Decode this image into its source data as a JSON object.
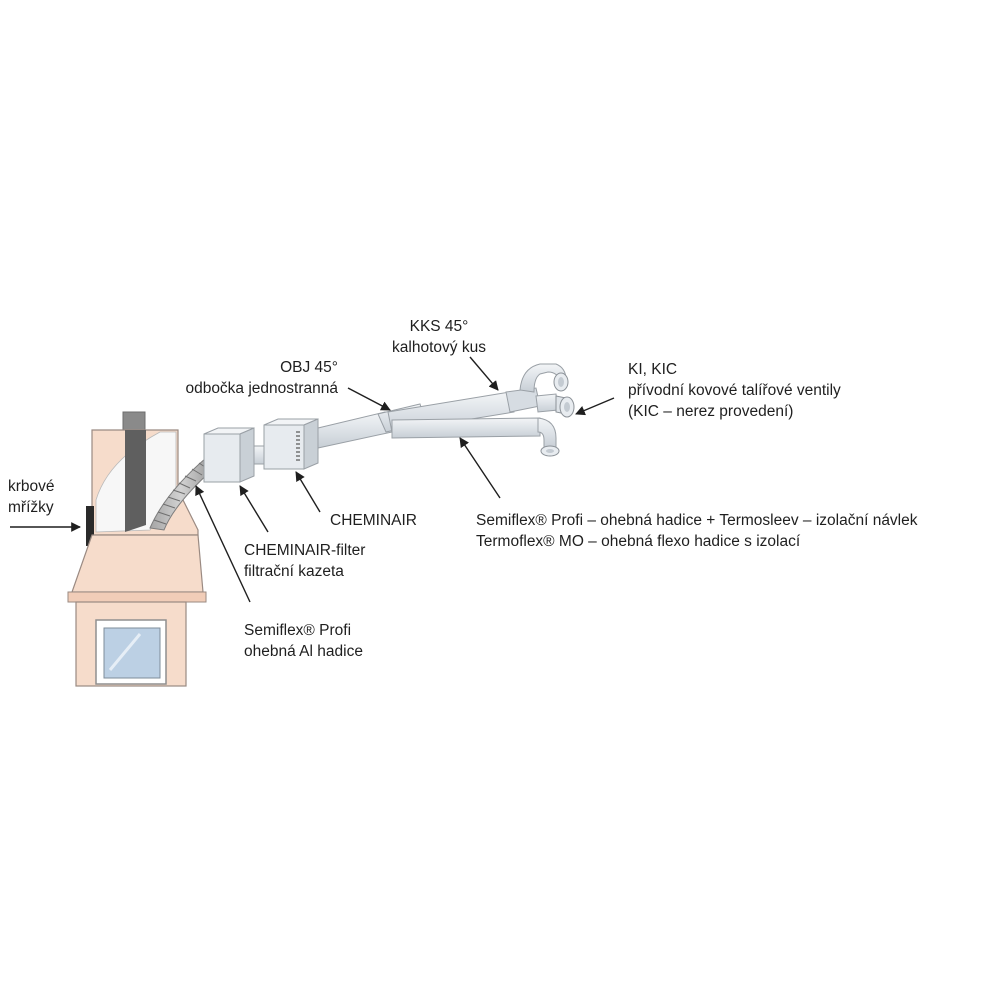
{
  "labels": {
    "krbove_mrizky": {
      "line1": "krbové",
      "line2": "mřížky"
    },
    "obj45": {
      "line1": "OBJ 45°",
      "line2": "odbočka jednostranná"
    },
    "kks45": {
      "line1": "KKS 45°",
      "line2": "kalhotový kus"
    },
    "ki_kic": {
      "line1": "KI, KIC",
      "line2": "přívodní kovové talířové ventily",
      "line3": "(KIC – nerez provedení)"
    },
    "cheminair": {
      "line1": "CHEMINAIR"
    },
    "cheminair_filter": {
      "line1": "CHEMINAIR-filter",
      "line2": "filtrační kazeta"
    },
    "semiflex_profi_al": {
      "line1": "Semiflex® Profi",
      "line2": "ohebná Al hadice"
    },
    "semiflex_termo": {
      "line1": "Semiflex® Profi – ohebná hadice + Termosleev – izolační návlek",
      "line2": "Termoflex® MO – ohebná flexo hadice s izolací"
    }
  },
  "colors": {
    "chimney_fill": "#f6dccb",
    "chimney_stroke": "#9a8a82",
    "duct_fill": "#e6eaee",
    "duct_stroke": "#9aa0a6",
    "flue": "#6c6c6c",
    "window_glass": "#bcd0e4",
    "arrow": "#1f1f1f"
  },
  "icons": {
    "arrow": "arrow-icon"
  }
}
